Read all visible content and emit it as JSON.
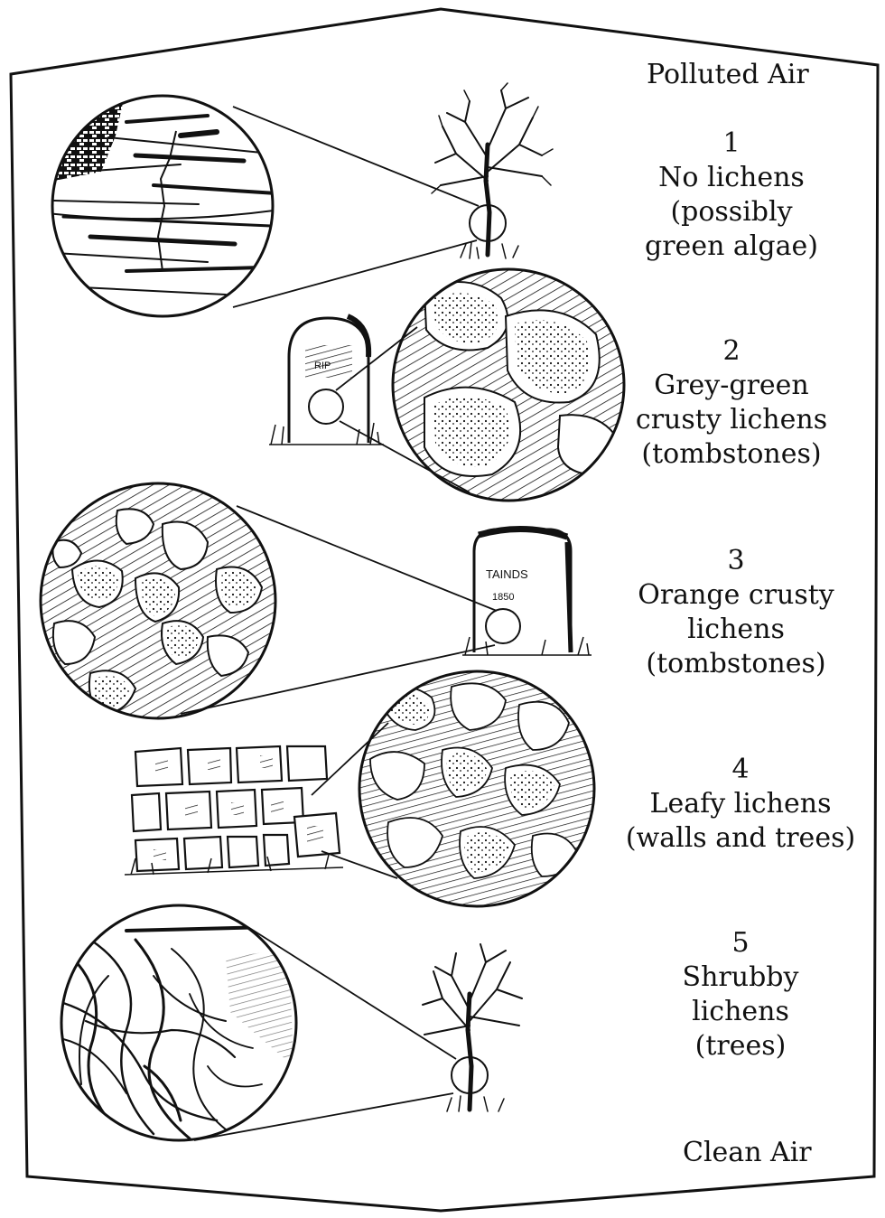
{
  "header": {
    "text": "Polluted Air"
  },
  "footer": {
    "text": "Clean Air"
  },
  "zones": [
    {
      "number": "1",
      "lines": [
        "No lichens",
        "(possibly",
        "green algae)"
      ],
      "subject": "tree-bare-bark"
    },
    {
      "number": "2",
      "lines": [
        "Grey-green",
        "crusty lichens",
        "(tombstones)"
      ],
      "subject": "tombstone"
    },
    {
      "number": "3",
      "lines": [
        "Orange crusty",
        "lichens",
        "(tombstones)"
      ],
      "subject": "tombstone"
    },
    {
      "number": "4",
      "lines": [
        "Leafy lichens",
        "(walls and trees)"
      ],
      "subject": "stone-wall"
    },
    {
      "number": "5",
      "lines": [
        "Shrubby",
        "lichens",
        "(trees)"
      ],
      "subject": "tree-shrubby-lichen"
    }
  ],
  "colors": {
    "ink": "#111111",
    "paper": "#ffffff"
  }
}
